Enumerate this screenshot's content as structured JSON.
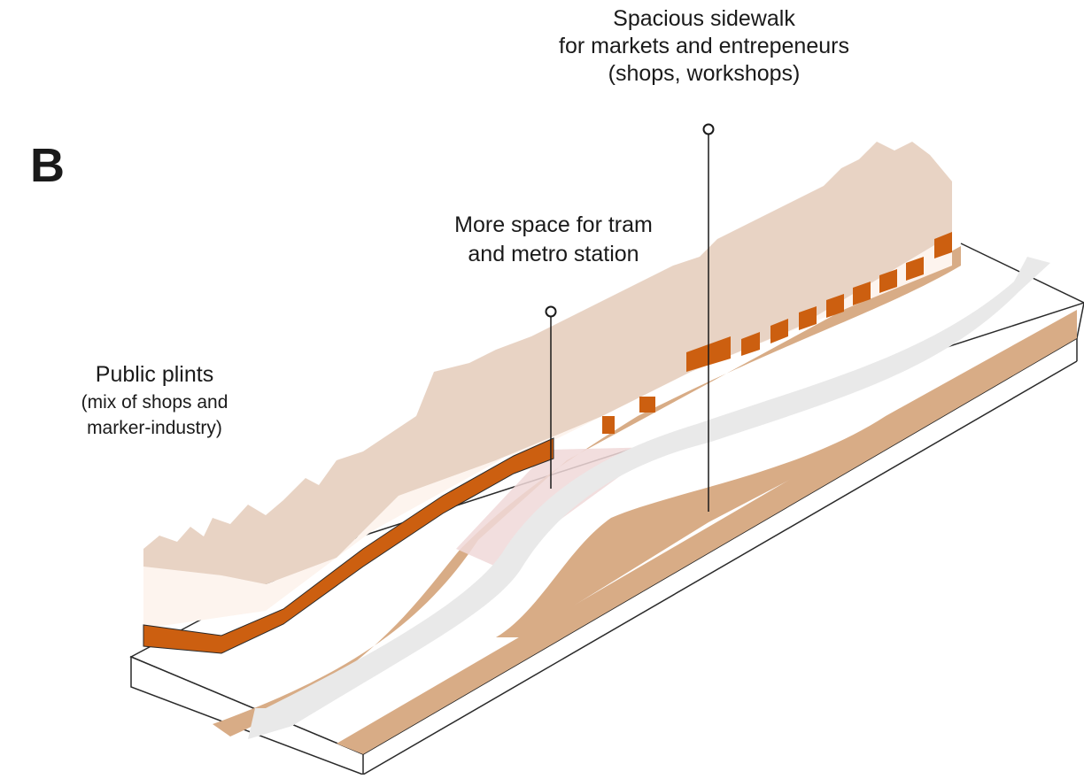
{
  "panel_letter": "B",
  "labels": {
    "sidewalk": {
      "line1": "Spacious sidewalk",
      "line2": "for markets and entrepeneurs",
      "line3": "(shops, workshops)"
    },
    "tram": {
      "line1": "More space for tram",
      "line2": "and metro station"
    },
    "plints": {
      "title": "Public plints",
      "line2": "(mix of shops and",
      "line3": "marker-industry)"
    }
  },
  "colors": {
    "facade_light": "#e8d3c4",
    "facade_pale": "#fdf4ee",
    "plinth_orange": "#cc5f10",
    "sidewalk_tan": "#d8ac86",
    "road_white": "#ffffff",
    "tram_zone": "#f0d8d8",
    "flow_arrow": "#e9e9e9",
    "outline": "#2a2a2a"
  }
}
